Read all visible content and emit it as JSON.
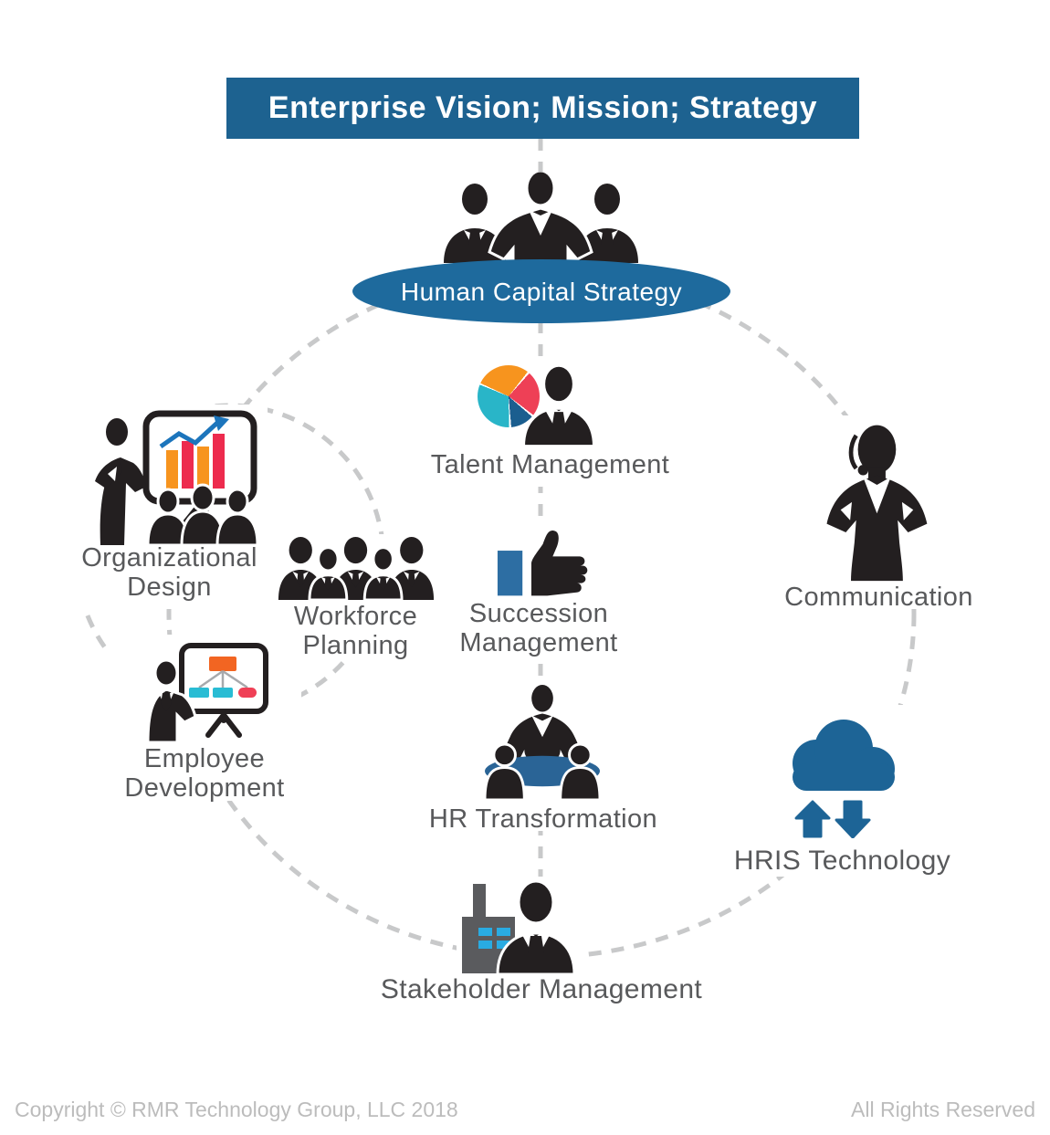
{
  "banner": {
    "title": "Enterprise Vision; Mission; Strategy",
    "bg": "#1d6290"
  },
  "hub": {
    "label": "Human Capital Strategy",
    "bg": "#1e6a9d",
    "icon": "leadership-team-icon"
  },
  "nodes": {
    "talent": {
      "label": "Talent Management",
      "icon": "pie-chart-businessman-icon"
    },
    "communication": {
      "label": "Communication",
      "icon": "headset-businesswoman-icon"
    },
    "org_design": {
      "line1": "Organizational",
      "line2": "Design",
      "icon": "presenter-bar-chart-icon"
    },
    "workforce": {
      "line1": "Workforce",
      "line2": "Planning",
      "icon": "business-team-icon"
    },
    "succession": {
      "line1": "Succession",
      "line2": "Management",
      "icon": "thumbs-up-icon"
    },
    "employee_dev": {
      "line1": "Employee",
      "line2": "Development",
      "icon": "presenter-org-chart-icon"
    },
    "hr_transformation": {
      "label": "HR Transformation",
      "icon": "meeting-table-icon"
    },
    "hris": {
      "label": "HRIS Technology",
      "icon": "cloud-sync-icon"
    },
    "stakeholder": {
      "label": "Stakeholder Management",
      "icon": "radio-businessman-icon"
    }
  },
  "footer": {
    "left": "Copyright © RMR Technology Group, LLC 2018",
    "right": "All Rights Reserved"
  },
  "colors": {
    "banner_blue": "#1d6290",
    "hub_blue": "#1e6a9d",
    "silhouette": "#231f20",
    "dash_gray": "#c8c9ca",
    "label_gray": "#58595b",
    "footer_gray": "#bcbcbc",
    "orange": "#f7941e",
    "red_pink": "#ee4056",
    "teal": "#29b5c8",
    "dark_blue": "#1b5e8f",
    "cloud_blue": "#1d6496",
    "table_blue": "#2a6496",
    "cuff_blue": "#2d6ea3",
    "window_blue": "#29abe2",
    "radio_gray": "#5a5b5e",
    "chart_line_blue": "#1c75bc"
  }
}
